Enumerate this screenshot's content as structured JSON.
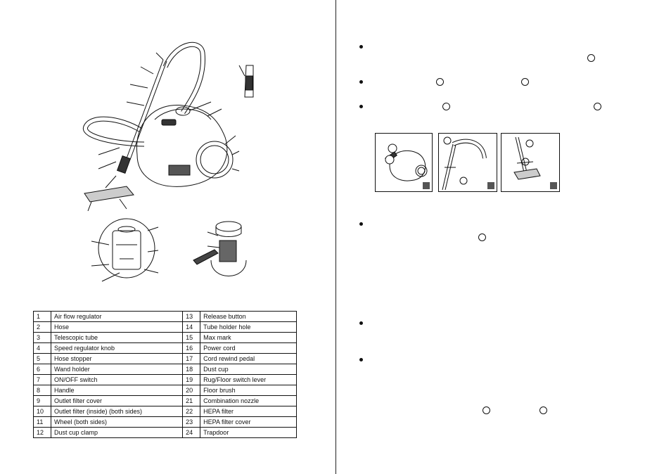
{
  "parts_table": {
    "rows": [
      {
        "n1": "1",
        "l1": "Air flow regulator",
        "n2": "13",
        "l2": "Release button"
      },
      {
        "n1": "2",
        "l1": "Hose",
        "n2": "14",
        "l2": "Tube holder hole"
      },
      {
        "n1": "3",
        "l1": "Telescopic tube",
        "n2": "15",
        "l2": "Max mark"
      },
      {
        "n1": "4",
        "l1": "Speed regulator knob",
        "n2": "16",
        "l2": "Power cord"
      },
      {
        "n1": "5",
        "l1": "Hose stopper",
        "n2": "17",
        "l2": "Cord rewind pedal"
      },
      {
        "n1": "6",
        "l1": "Wand holder",
        "n2": "18",
        "l2": "Dust cup"
      },
      {
        "n1": "7",
        "l1": "ON/OFF switch",
        "n2": "19",
        "l2": "Rug/Floor switch lever"
      },
      {
        "n1": "8",
        "l1": "Handle",
        "n2": "20",
        "l2": "Floor brush"
      },
      {
        "n1": "9",
        "l1": "Outlet filter cover",
        "n2": "21",
        "l2": "Combination nozzle"
      },
      {
        "n1": "10",
        "l1": "Outlet filter (inside) (both sides)",
        "n2": "22",
        "l2": "HEPA filter"
      },
      {
        "n1": "11",
        "l1": "Wheel (both sides)",
        "n2": "23",
        "l2": "HEPA filter cover"
      },
      {
        "n1": "12",
        "l1": "Dust cup clamp",
        "n2": "24",
        "l2": "Trapdoor"
      }
    ]
  },
  "icons": {
    "bullet": "bullet-dot",
    "callout": "callout-circle",
    "photo_marker": "filled-square"
  }
}
